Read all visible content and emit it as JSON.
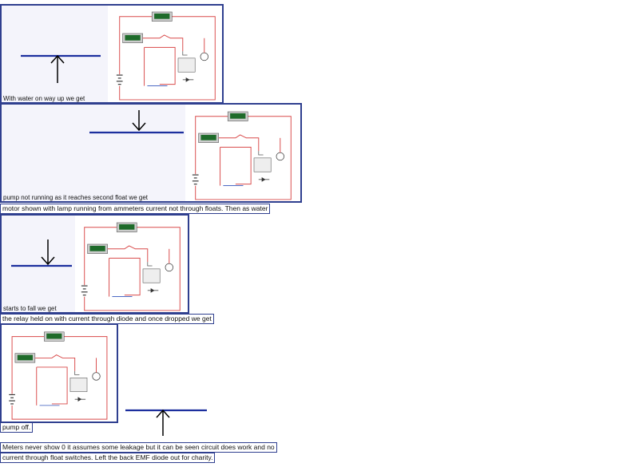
{
  "captions": {
    "c1": "With water on way up we get",
    "c2": "pump not running as it reaches second float we get",
    "c3": "motor shown with lamp running from ammeters current not through floats. Then as water",
    "c4": "starts to fall we get",
    "c5": "the relay held on with current through diode and once dropped we get",
    "c6": "pump off.",
    "c7": "Meters never show 0 it assumes some leakage but it can be seen circuit does work and no",
    "c8": "current through float switches. Left the back EMF diode out for charity."
  },
  "colors": {
    "panel_border": "#2f3f8f",
    "wire": "#d94a4a",
    "water_line": "#1c2f9e",
    "arrow": "#000000",
    "meter": "#1e6b2a",
    "lamp_on": "#ffe680"
  },
  "arrows": [
    "up",
    "down",
    "down",
    "up"
  ]
}
